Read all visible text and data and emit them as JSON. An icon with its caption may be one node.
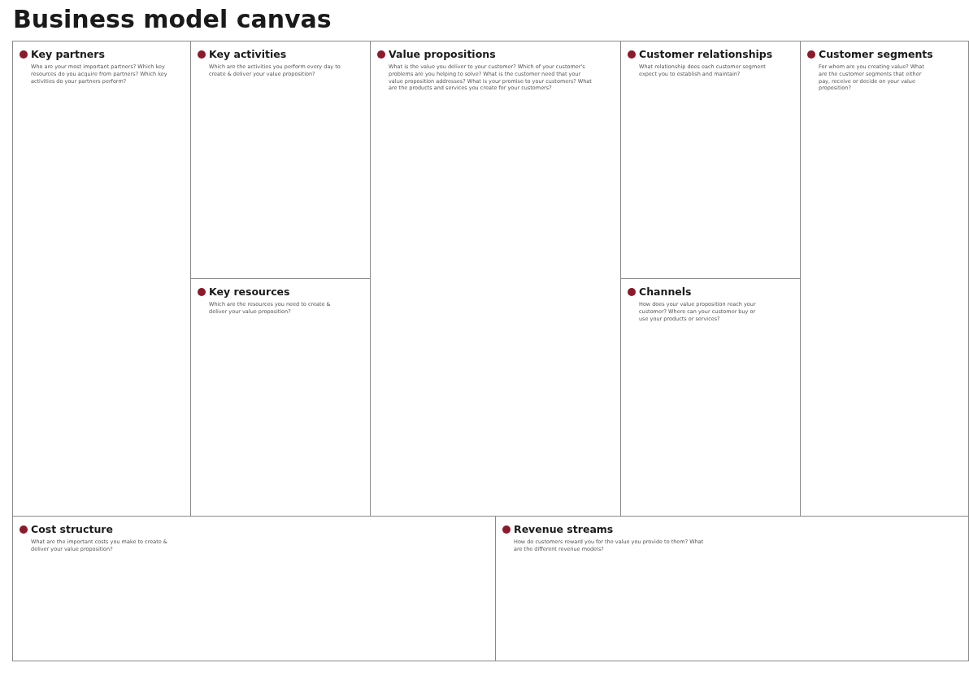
{
  "diagram": {
    "title": "Business model canvas",
    "nodes": [
      {
        "text": [
          "Key partners",
          "Who are your most important partners? Which key resources do you acquire from partners? Which key activities do your partners perform?"
        ]
      },
      {
        "text": [
          "Key activities",
          "Which are the activities you perform every day to create & deliver your value proposition?"
        ]
      },
      {
        "text": [
          "Key resources",
          "Which are the resources you need to create & deliver your value proposition?"
        ]
      },
      {
        "text": [
          "Value propositions",
          "What is the value you deliver to your customer? Which of your customer's problems are you helping to solve? What is the customer need that your value proposition addresses? What is your promise to your customers? What are the products and services you create for your customers?"
        ]
      },
      {
        "text": [
          "Customer relationships",
          "What relationship does each customer segment expect you to establish and maintain?"
        ]
      },
      {
        "text": [
          "Channels",
          "How does your value proposition reach your customer? Where can your customer buy or use your products or services?"
        ]
      },
      {
        "text": [
          "Customer segments",
          "For whom are you creating value? What are the customer segments that either pay, receive or decide on your value proposition?"
        ]
      },
      {
        "text": [
          "Cost structure",
          "What are the important costs you make to create & deliver your value proposition?"
        ]
      },
      {
        "text": [
          "Revenue streams",
          "How do customers reward you for the value you provide to them? What are the different revenue models?"
        ]
      }
    ],
    "edges": []
  }
}
